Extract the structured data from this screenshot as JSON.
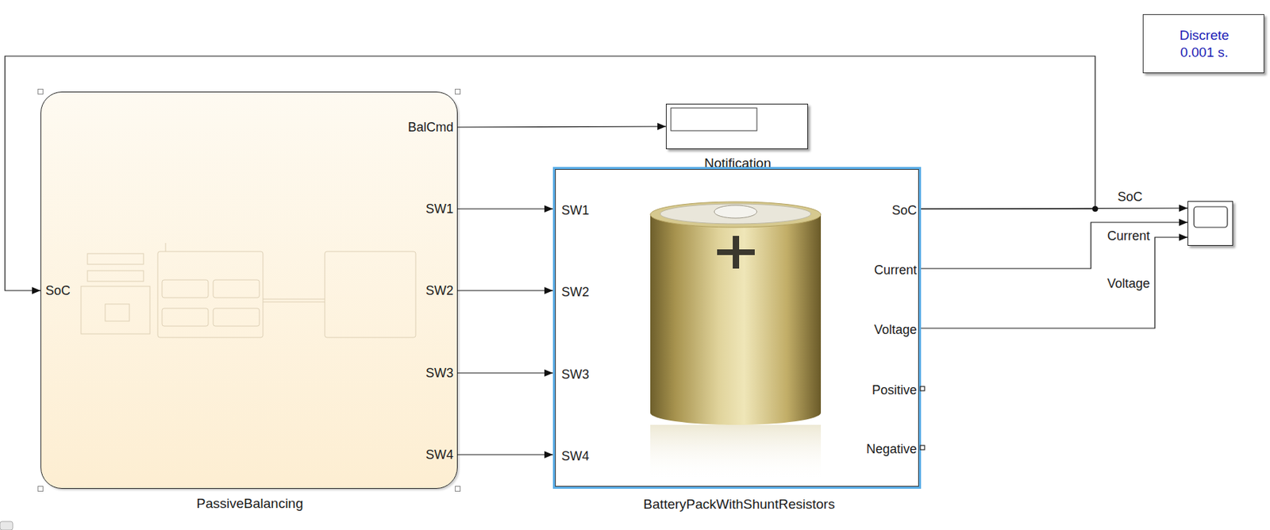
{
  "diagram": {
    "nodes": [
      {
        "text": [
          "Discrete 0.001 s."
        ]
      },
      {
        "text": [
          "PassiveBalancing",
          "SoC",
          "BalCmd",
          "SW1",
          "SW2",
          "SW3",
          "SW4"
        ]
      },
      {
        "text": [
          "Notification"
        ]
      },
      {
        "text": [
          "BatteryPackWithShuntResistors",
          "SW1",
          "SW2",
          "SW3",
          "SW4",
          "SoC",
          "Current",
          "Voltage",
          "Positive",
          "Negative"
        ]
      },
      {
        "text": []
      }
    ],
    "edges": [
      {
        "from": 1,
        "to": 2,
        "arrow": "to"
      },
      {
        "from": 1,
        "to": 3,
        "arrow": "to"
      },
      {
        "from": 1,
        "to": 3,
        "arrow": "to"
      },
      {
        "from": 1,
        "to": 3,
        "arrow": "to"
      },
      {
        "from": 1,
        "to": 3,
        "arrow": "to"
      },
      {
        "from": 3,
        "to": 4,
        "label": "SoC",
        "arrow": "to"
      },
      {
        "from": 3,
        "to": 4,
        "label": "Current",
        "arrow": "to"
      },
      {
        "from": 3,
        "to": 4,
        "label": "Voltage",
        "arrow": "to"
      },
      {
        "from": 3,
        "to": 1,
        "arrow": "to"
      }
    ]
  }
}
